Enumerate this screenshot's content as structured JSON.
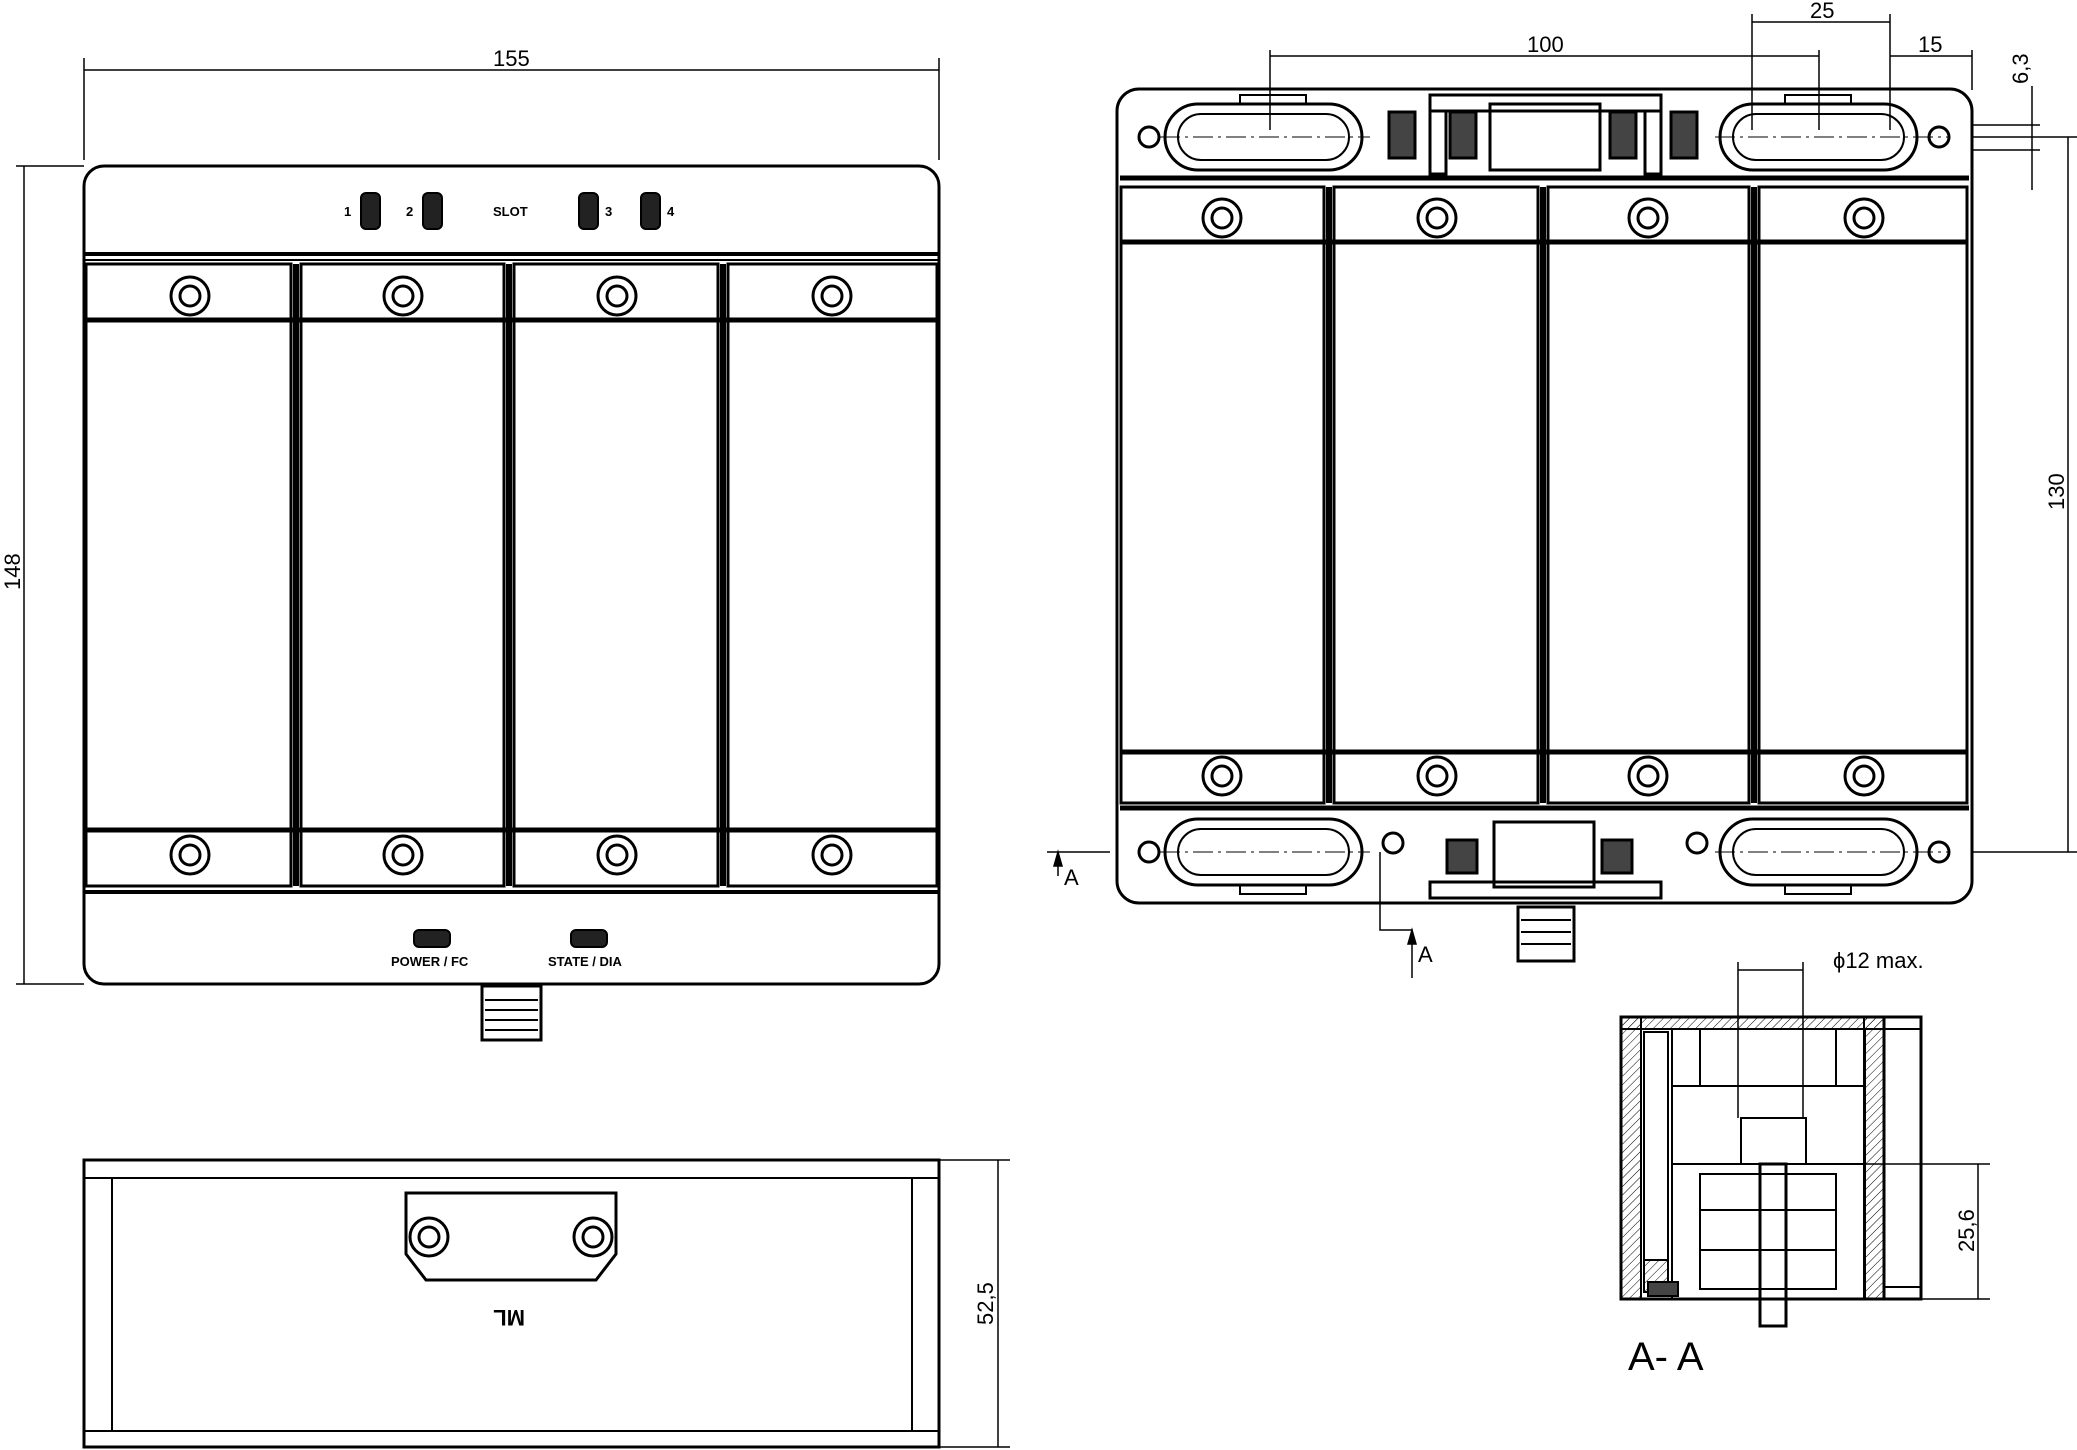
{
  "dimensions": {
    "front_width": "155",
    "front_height": "148",
    "side_height": "52,5",
    "top_100": "100",
    "top_25": "25",
    "top_15": "15",
    "top_63": "6,3",
    "right_130": "130",
    "section_256": "25,6",
    "diameter": "ϕ12 max."
  },
  "labels": {
    "slot": "SLOT",
    "slot1": "1",
    "slot2": "2",
    "slot3": "3",
    "slot4": "4",
    "power": "POWER / FC",
    "state": "STATE / DIA",
    "ml": "ML",
    "cut_a": "A",
    "cut_a2": "A",
    "section_title": "A- A"
  }
}
